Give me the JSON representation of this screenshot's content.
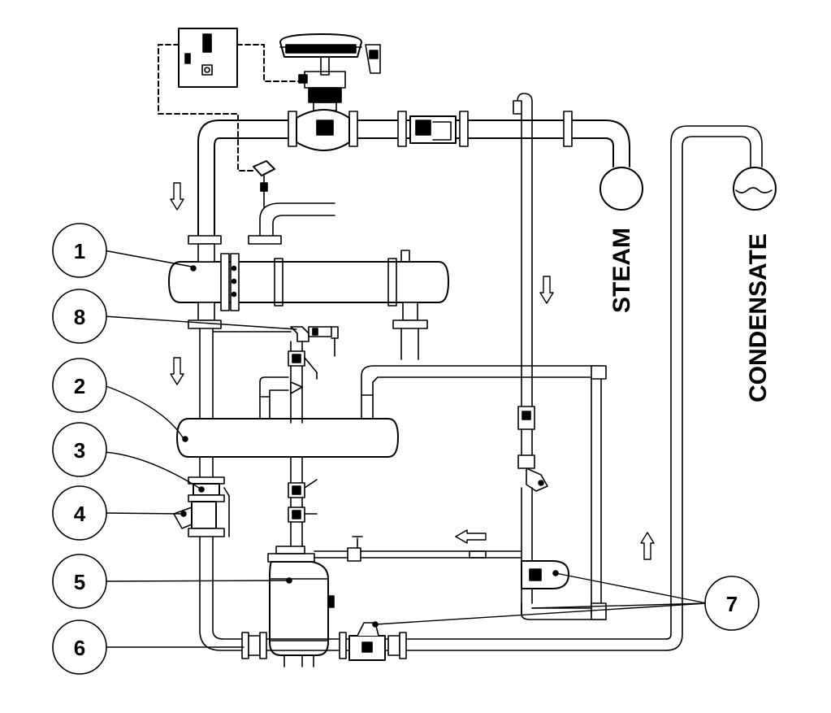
{
  "labels": {
    "steam": "STEAM",
    "condensate": "CONDENSATE"
  },
  "callouts": [
    "1",
    "8",
    "2",
    "3",
    "4",
    "5",
    "6",
    "7"
  ],
  "colors": {
    "line": "#000000",
    "background": "#ffffff"
  },
  "icons": [
    "arrow-down-icon",
    "arrow-left-icon",
    "arrow-up-icon",
    "steam-source-icon",
    "condensate-return-icon"
  ]
}
